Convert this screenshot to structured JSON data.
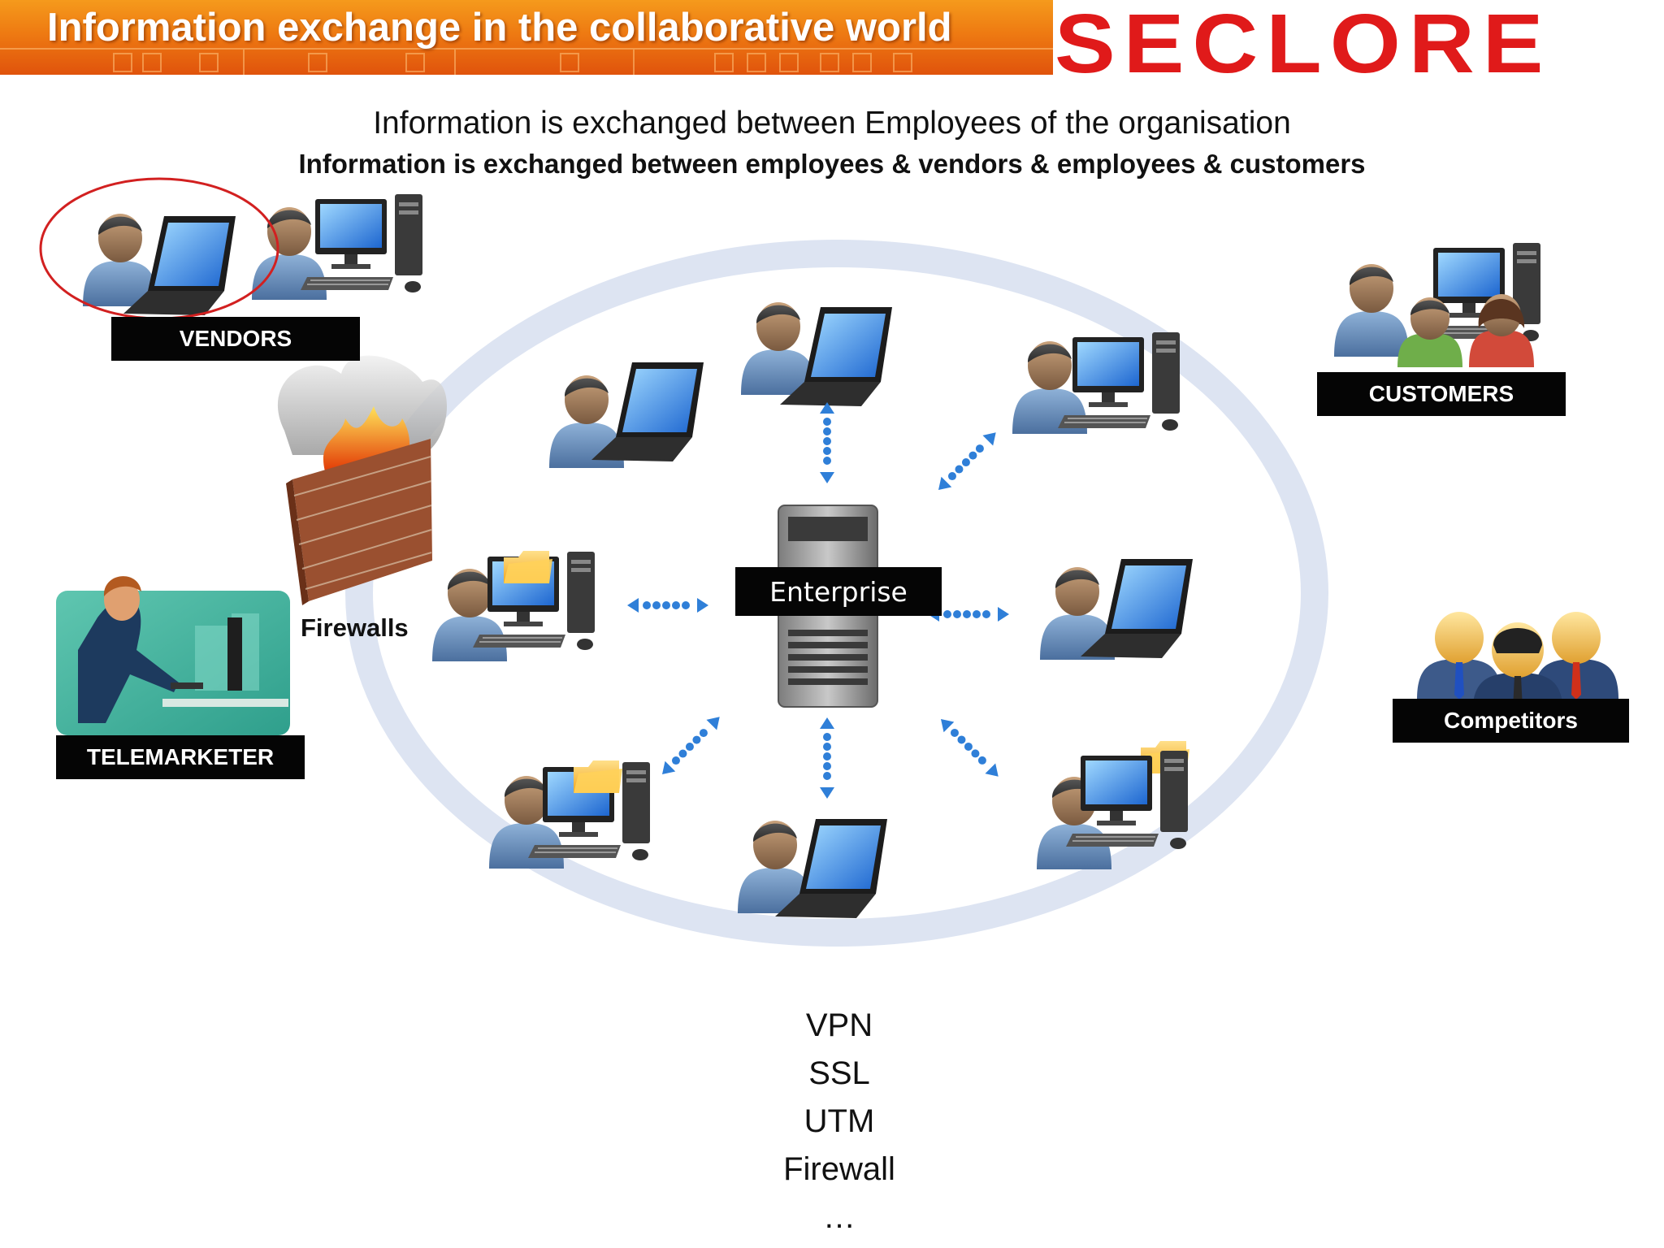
{
  "header": {
    "title": "Information exchange in the collaborative world",
    "logo": "SECLORE"
  },
  "headings": {
    "line1": "Information is exchanged between Employees of the organisation",
    "line2": "Information is exchanged between employees & vendors & employees & customers"
  },
  "labels": {
    "vendors": "VENDORS",
    "customers": "CUSTOMERS",
    "telemarketer": "TELEMARKETER",
    "competitors": "Competitors",
    "firewalls": "Firewalls",
    "enterprise": "Enterprise"
  },
  "security_stack": [
    "VPN",
    "SSL",
    "UTM",
    "Firewall",
    "…"
  ],
  "colors": {
    "accent_orange": "#ee7a12",
    "logo_red": "#e01a1a",
    "ring": "#dde4f2",
    "arrow_blue": "#2f7fd8"
  }
}
